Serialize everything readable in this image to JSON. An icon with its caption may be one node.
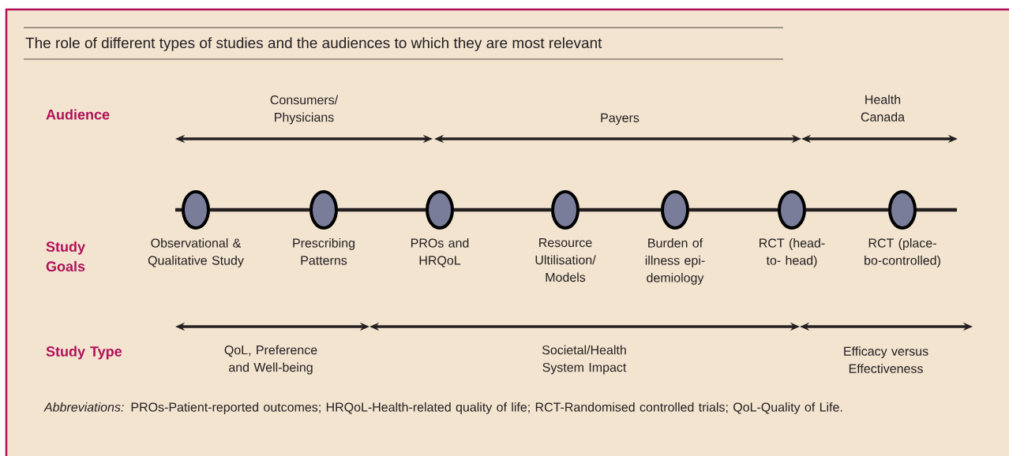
{
  "diagram": {
    "title": "The role of different types of studies and the audiences to which they are most relevant",
    "caption": "*Abbreviations:* PROs-Patient-reported outcomes; HRQoL-Health-related quality of life; RCT-Randomised controlled trials; QoL-Quality of Life.",
    "nodes": [
      {
        "text": [],
        "shape": "circle",
        "beside": [
          "Observational & Qualitative Study"
        ]
      },
      {
        "text": [],
        "shape": "circle",
        "beside": [
          "Prescribing Patterns"
        ]
      },
      {
        "text": [],
        "shape": "circle",
        "beside": [
          "PROs and HRQoL"
        ]
      },
      {
        "text": [],
        "shape": "circle",
        "beside": [
          "Resource Ultilisation/ Models"
        ]
      },
      {
        "text": [],
        "shape": "circle",
        "beside": [
          "Burden of illness epi- demiology"
        ]
      },
      {
        "text": [],
        "shape": "circle",
        "beside": [
          "RCT (head-to- head)"
        ]
      },
      {
        "text": [],
        "shape": "circle",
        "beside": [
          "RCT (place- bo-controlled)"
        ]
      }
    ],
    "edges": [
      {
        "from": 0,
        "to": 1,
        "arrow": "none"
      },
      {
        "from": 1,
        "to": 2,
        "arrow": "none"
      },
      {
        "from": 2,
        "to": 3,
        "arrow": "none"
      },
      {
        "from": 3,
        "to": 4,
        "arrow": "none"
      },
      {
        "from": 4,
        "to": 5,
        "arrow": "none"
      },
      {
        "from": 5,
        "to": 6,
        "arrow": "none"
      }
    ],
    "labels": [
      "Audience",
      "Consumers/ Physicians",
      "Payers",
      "Health Canada",
      "Study Goals",
      "Study Type",
      "QoL, Preference and Well-being",
      "Societal/Health System Impact",
      "Efficacy versus Effectiveness"
    ]
  }
}
